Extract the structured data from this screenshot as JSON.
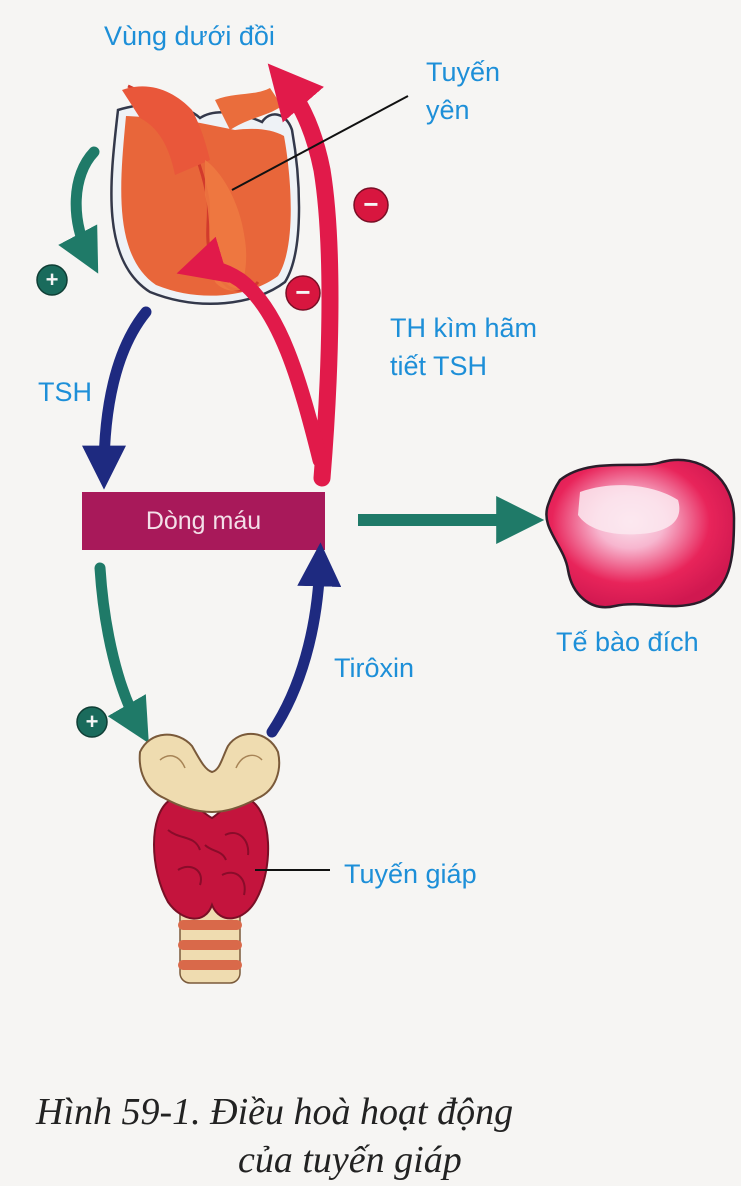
{
  "labels": {
    "hypothalamus": "Vùng dưới đồi",
    "pituitary_line1": "Tuyến",
    "pituitary_line2": "yên",
    "th_inhibit_line1": "TH kìm hãm",
    "th_inhibit_line2": "tiết TSH",
    "tsh": "TSH",
    "bloodstream": "Dòng máu",
    "target_cell": "Tế bào đích",
    "thyroxin": "Tirôxin",
    "thyroid": "Tuyến giáp"
  },
  "signs": {
    "plus": "+",
    "minus": "−"
  },
  "caption": {
    "line1": "Hình 59-1. Điều hoà hoạt động",
    "line2": "của tuyến giáp"
  },
  "colors": {
    "label_blue": "#1d8fd8",
    "box_magenta": "#a8195a",
    "red_arrow": "#e11a4a",
    "navy_arrow": "#1e2a80",
    "teal_arrow": "#1f7a68",
    "gland_orange": "#e8663a",
    "thyroid_red": "#c4143d",
    "cartilage_cream": "#efdcb0",
    "target_pink": "#e8245a"
  }
}
